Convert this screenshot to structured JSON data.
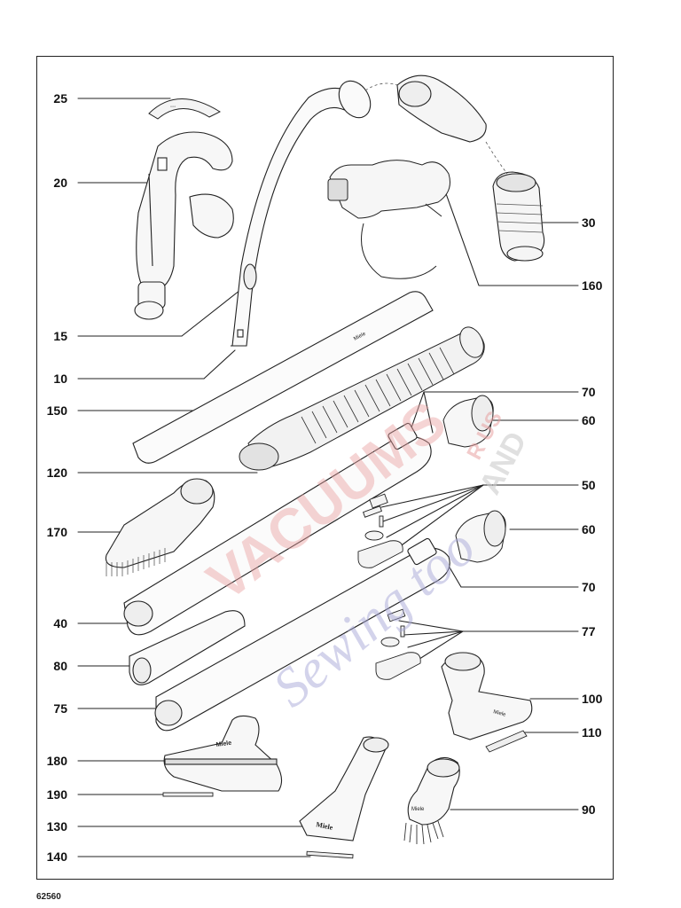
{
  "diagram": {
    "parts_left": [
      {
        "id": "p25",
        "label": "25"
      },
      {
        "id": "p20",
        "label": "20"
      },
      {
        "id": "p15",
        "label": "15"
      },
      {
        "id": "p10",
        "label": "10"
      },
      {
        "id": "p150",
        "label": "150"
      },
      {
        "id": "p120",
        "label": "120"
      },
      {
        "id": "p170",
        "label": "170"
      },
      {
        "id": "p40",
        "label": "40"
      },
      {
        "id": "p80",
        "label": "80"
      },
      {
        "id": "p75",
        "label": "75"
      },
      {
        "id": "p180",
        "label": "180"
      },
      {
        "id": "p190",
        "label": "190"
      },
      {
        "id": "p130",
        "label": "130"
      },
      {
        "id": "p140",
        "label": "140"
      }
    ],
    "parts_right": [
      {
        "id": "p30",
        "label": "30"
      },
      {
        "id": "p160",
        "label": "160"
      },
      {
        "id": "p70a",
        "label": "70"
      },
      {
        "id": "p60a",
        "label": "60"
      },
      {
        "id": "p50",
        "label": "50"
      },
      {
        "id": "p60b",
        "label": "60"
      },
      {
        "id": "p70b",
        "label": "70"
      },
      {
        "id": "p77",
        "label": "77"
      },
      {
        "id": "p100",
        "label": "100"
      },
      {
        "id": "p110",
        "label": "110"
      },
      {
        "id": "p90",
        "label": "90"
      }
    ],
    "page_code": "62560",
    "brand_marks": {
      "tube_label": "Miele",
      "nozzle_label": "Miele",
      "crevice_label": "Miele",
      "dust_brush_label": "Miele",
      "upholstery_label": "Miele"
    },
    "watermark": {
      "line1": "VACUUMS",
      "line2": "R US",
      "line3": "AND",
      "line4": "Sewing too",
      "color_red": "#e8a0a0",
      "color_blue": "#a8a8d8"
    }
  }
}
